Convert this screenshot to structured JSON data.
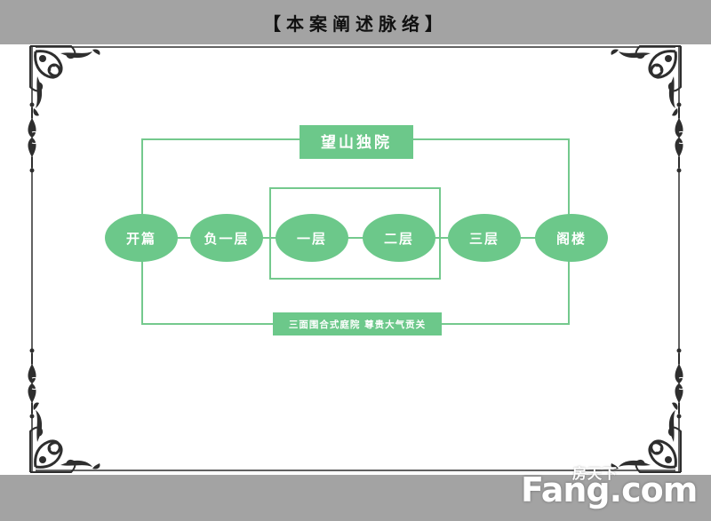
{
  "header": {
    "title": "【本案阐述脉络】"
  },
  "diagram": {
    "title": "望山独院",
    "nodes": [
      "开篇",
      "负一层",
      "一层",
      "二层",
      "三层",
      "阁楼"
    ],
    "slogan": "三面围合式庭院 尊贵大气贡关"
  },
  "watermark": {
    "cn": "房天下",
    "en": "Fang.com"
  },
  "colors": {
    "bar": "#a3a3a3",
    "green": "#6cc88a",
    "line": "#74c98d",
    "ornament": "#2e2e2e"
  },
  "icons": {
    "corner": "flourish-corner-icon",
    "side": "flourish-side-icon"
  }
}
